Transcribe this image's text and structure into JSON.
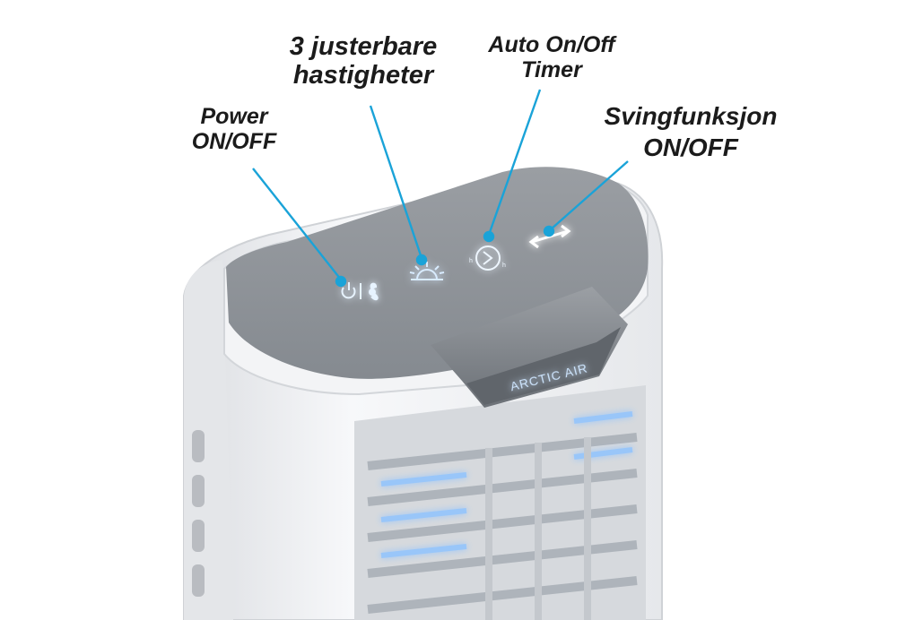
{
  "callouts": {
    "power": {
      "line1": "Power",
      "line2": "ON/OFF"
    },
    "speed": {
      "line1": "3 justerbare",
      "line2": "hastigheter"
    },
    "timer": {
      "line1": "Auto On/Off",
      "line2": "Timer"
    },
    "swing": {
      "line1": "Svingfunksjon",
      "line2": "ON/OFF"
    }
  },
  "device": {
    "brand_label": "ARCTIC AIR"
  },
  "colors": {
    "leader_line": "#1aa3d8",
    "panel_gray": "#8f9398",
    "body_white": "#f1f2f4",
    "glow_blue": "#8fc3ff"
  }
}
